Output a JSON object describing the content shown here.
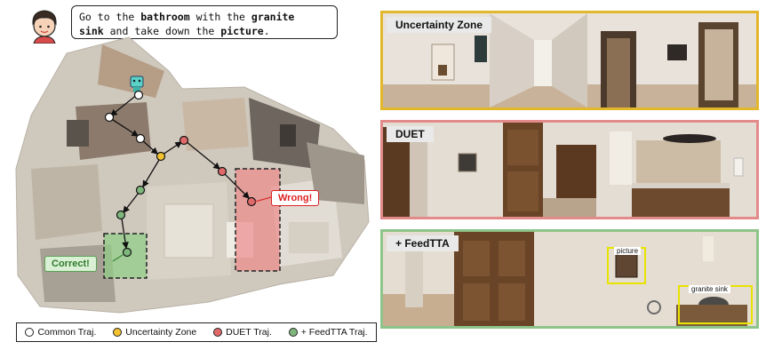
{
  "instruction": {
    "t1": "Go to the ",
    "b1": "bathroom",
    "t2": " with the ",
    "b2": "granite",
    "b3": "sink",
    "t3": " and take down the ",
    "b4": "picture",
    "t4": "."
  },
  "callouts": {
    "wrong": "Wrong!",
    "correct": "Correct!"
  },
  "legend": [
    {
      "label": "Common Traj.",
      "color": "#ffffff"
    },
    {
      "label": "Uncertainty Zone",
      "color": "#f2c230"
    },
    {
      "label": "DUET Traj.",
      "color": "#e06a6a"
    },
    {
      "label": "+ FeedTTA Traj.",
      "color": "#7fb67c"
    }
  ],
  "panels": [
    {
      "label": "Uncertainty Zone",
      "border": "#e3b72b"
    },
    {
      "label": "DUET",
      "border": "#e38a8a"
    },
    {
      "label": "+ FeedTTA",
      "border": "#8cc48a"
    }
  ],
  "boxes": {
    "picture": "picture",
    "granite_sink": "granite sink"
  },
  "colors": {
    "common": "#ffffff",
    "uncertainty": "#f2c230",
    "duet": "#e06a6a",
    "feedtta": "#7fb67c"
  }
}
